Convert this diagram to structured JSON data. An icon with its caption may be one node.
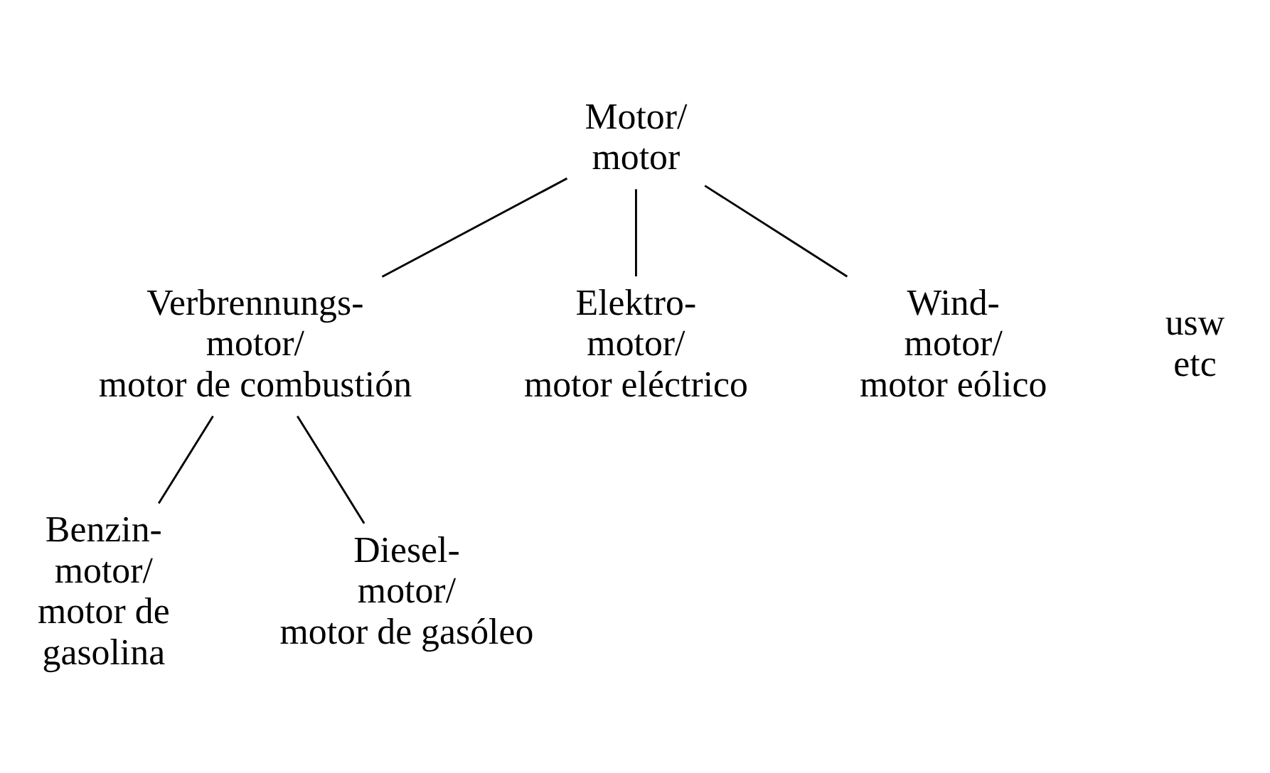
{
  "diagram": {
    "nodes": [
      {
        "text": [
          "Motor/ motor"
        ]
      },
      {
        "text": [
          "Verbrennungs- motor/ motor de combustión"
        ]
      },
      {
        "text": [
          "Elektro- motor/ motor eléctrico"
        ]
      },
      {
        "text": [
          "Wind- motor/ motor eólico"
        ]
      },
      {
        "text": [
          "Benzin- motor/ motor de gasolina"
        ]
      },
      {
        "text": [
          "Diesel- motor/ motor de gasóleo"
        ]
      }
    ],
    "edges": [
      {
        "from": 0,
        "to": 1,
        "arrow": "none"
      },
      {
        "from": 0,
        "to": 2,
        "arrow": "none"
      },
      {
        "from": 0,
        "to": 3,
        "arrow": "none"
      },
      {
        "from": 1,
        "to": 4,
        "arrow": "none"
      },
      {
        "from": 1,
        "to": 5,
        "arrow": "none"
      }
    ],
    "labels": [
      "usw etc"
    ]
  }
}
